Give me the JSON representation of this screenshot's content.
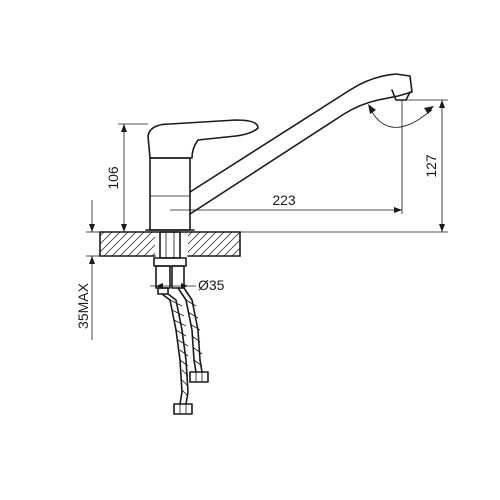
{
  "dimensions": {
    "handle_height": "106",
    "spout_height": "127",
    "spout_reach": "223",
    "hole_diameter": "Ø35",
    "max_thickness": "35MAX"
  },
  "colors": {
    "line": "#1a1a1a",
    "background": "#ffffff"
  }
}
